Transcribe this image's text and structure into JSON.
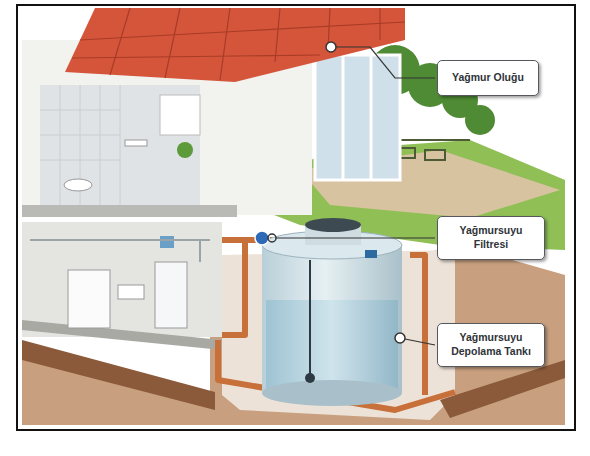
{
  "diagram": {
    "nodes": [
      {
        "text": [
          "Yağmur Oluğu"
        ]
      },
      {
        "text": [
          "Yağmursuyu Filtresi"
        ]
      },
      {
        "text": [
          "Yağmursuyu Depolama Tankı"
        ]
      }
    ]
  }
}
